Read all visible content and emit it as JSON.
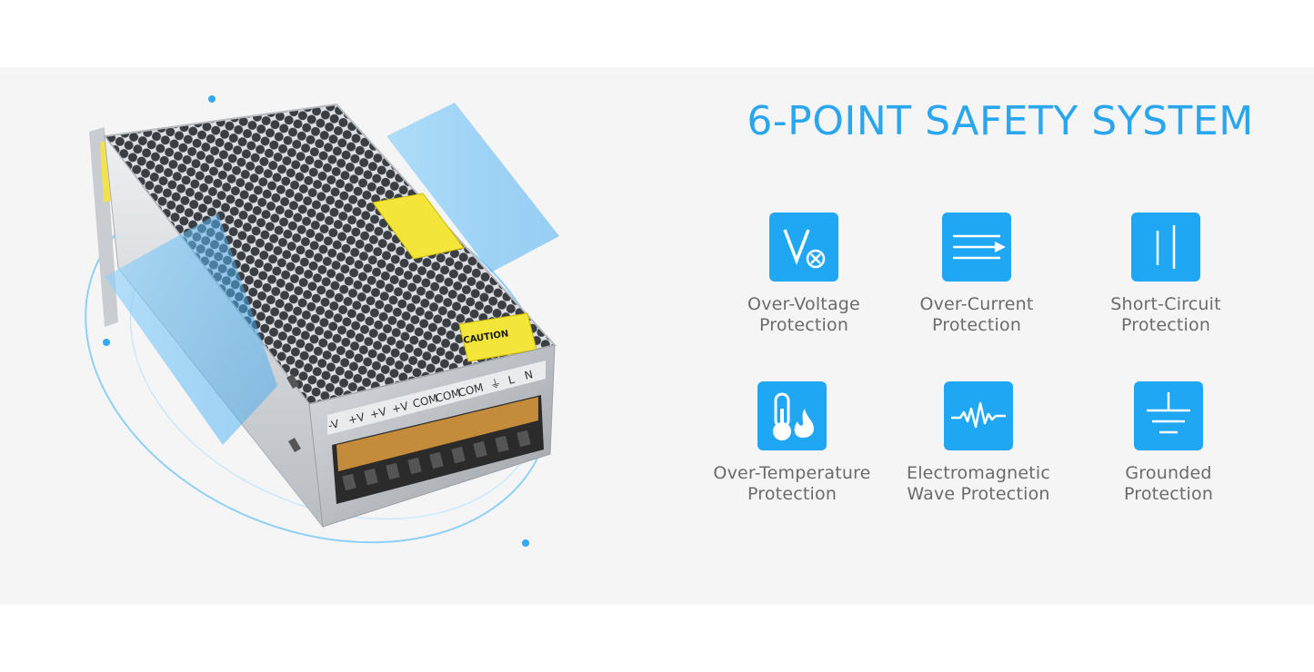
{
  "title": "6-POINT SAFETY SYSTEM",
  "colors": {
    "accent": "#1fa7f3",
    "title": "#2aa6ee",
    "label": "#6b6b6b",
    "band": "#f5f5f6"
  },
  "features": [
    {
      "icon": "over-voltage-icon",
      "line1": "Over-Voltage",
      "line2": "Protection"
    },
    {
      "icon": "over-current-icon",
      "line1": "Over-Current",
      "line2": "Protection"
    },
    {
      "icon": "short-circuit-icon",
      "line1": "Short-Circuit",
      "line2": "Protection"
    },
    {
      "icon": "thermometer-flame-icon",
      "line1": "Over-Temperature",
      "line2": "Protection"
    },
    {
      "icon": "waveform-icon",
      "line1": "Electromagnetic",
      "line2": "Wave Protection"
    },
    {
      "icon": "ground-icon",
      "line1": "Grounded",
      "line2": "Protection"
    }
  ],
  "product": {
    "caution_label": "CAUTION",
    "terminals": [
      "-V",
      "+V",
      "+V",
      "+V",
      "COM",
      "COM",
      "COM",
      "⏚",
      "L",
      "N"
    ]
  }
}
